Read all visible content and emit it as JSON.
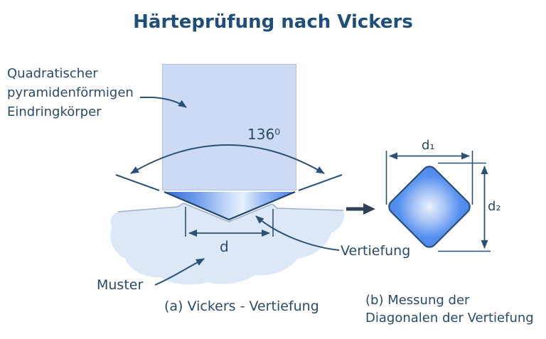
{
  "title": "Härteprüfung nach Vickers",
  "diagram_a": {
    "indenter_label_lines": [
      "Quadratischer",
      "pyramidenförmigen",
      "Eindringkörper"
    ],
    "angle_label": "136⁰",
    "d_label": "d",
    "vertiefung_label": "Vertiefung",
    "muster_label": "Muster",
    "caption": "(a) Vickers - Vertiefung"
  },
  "diagram_b": {
    "d1_label": "d₁",
    "d2_label": "d₂",
    "caption_lines": [
      "(b) Messung der",
      "Diagonalen der Vertiefung"
    ]
  },
  "colors": {
    "title_text": "#1f4e79",
    "label_text": "#2a4a68",
    "line_navy": "#2b5172",
    "indenter_fill": "#ccdaf3",
    "indenter_border": "#afc0e0",
    "pyramid_dark_blue": "#2e6ad4",
    "pyramid_highlight": "#e6f0fd",
    "sample_fill": "#dce8f8",
    "sample_outline": "#9db1cb",
    "diamond_edge_blue": "#4a83ec",
    "diamond_center": "#e9f1fd",
    "thick_arrow": "#2e4157"
  }
}
